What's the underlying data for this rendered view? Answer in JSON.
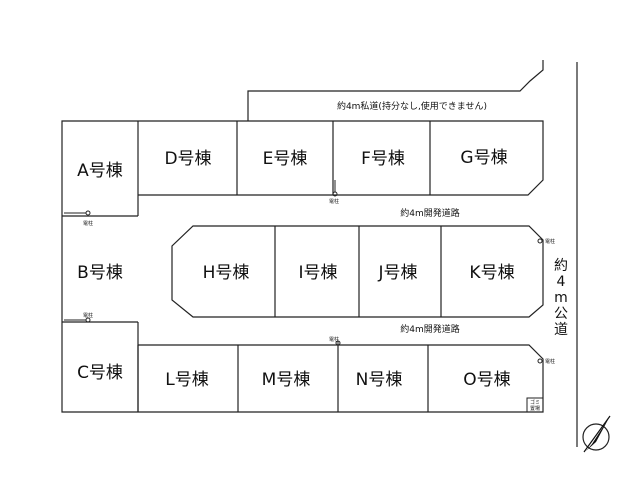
{
  "lots": {
    "a": "A号棟",
    "b": "B号棟",
    "c": "C号棟",
    "d": "D号棟",
    "e": "E号棟",
    "f": "F号棟",
    "g": "G号棟",
    "h": "H号棟",
    "i": "I号棟",
    "j": "J号棟",
    "k": "K号棟",
    "l": "L号棟",
    "m": "M号棟",
    "n": "N号棟",
    "o": "O号棟"
  },
  "roads": {
    "private_road": "約4m私道(持分なし,使用できません)",
    "dev_road_upper": "約4m開発道路",
    "dev_road_lower": "約4m開発道路",
    "public_road_chars": [
      "約",
      "4",
      "m",
      "公",
      "道"
    ]
  },
  "labels": {
    "pole": "電柱",
    "garbage_line1": "ゴミ",
    "garbage_line2": "置場"
  },
  "icons": {
    "north": "north-arrow-icon"
  }
}
